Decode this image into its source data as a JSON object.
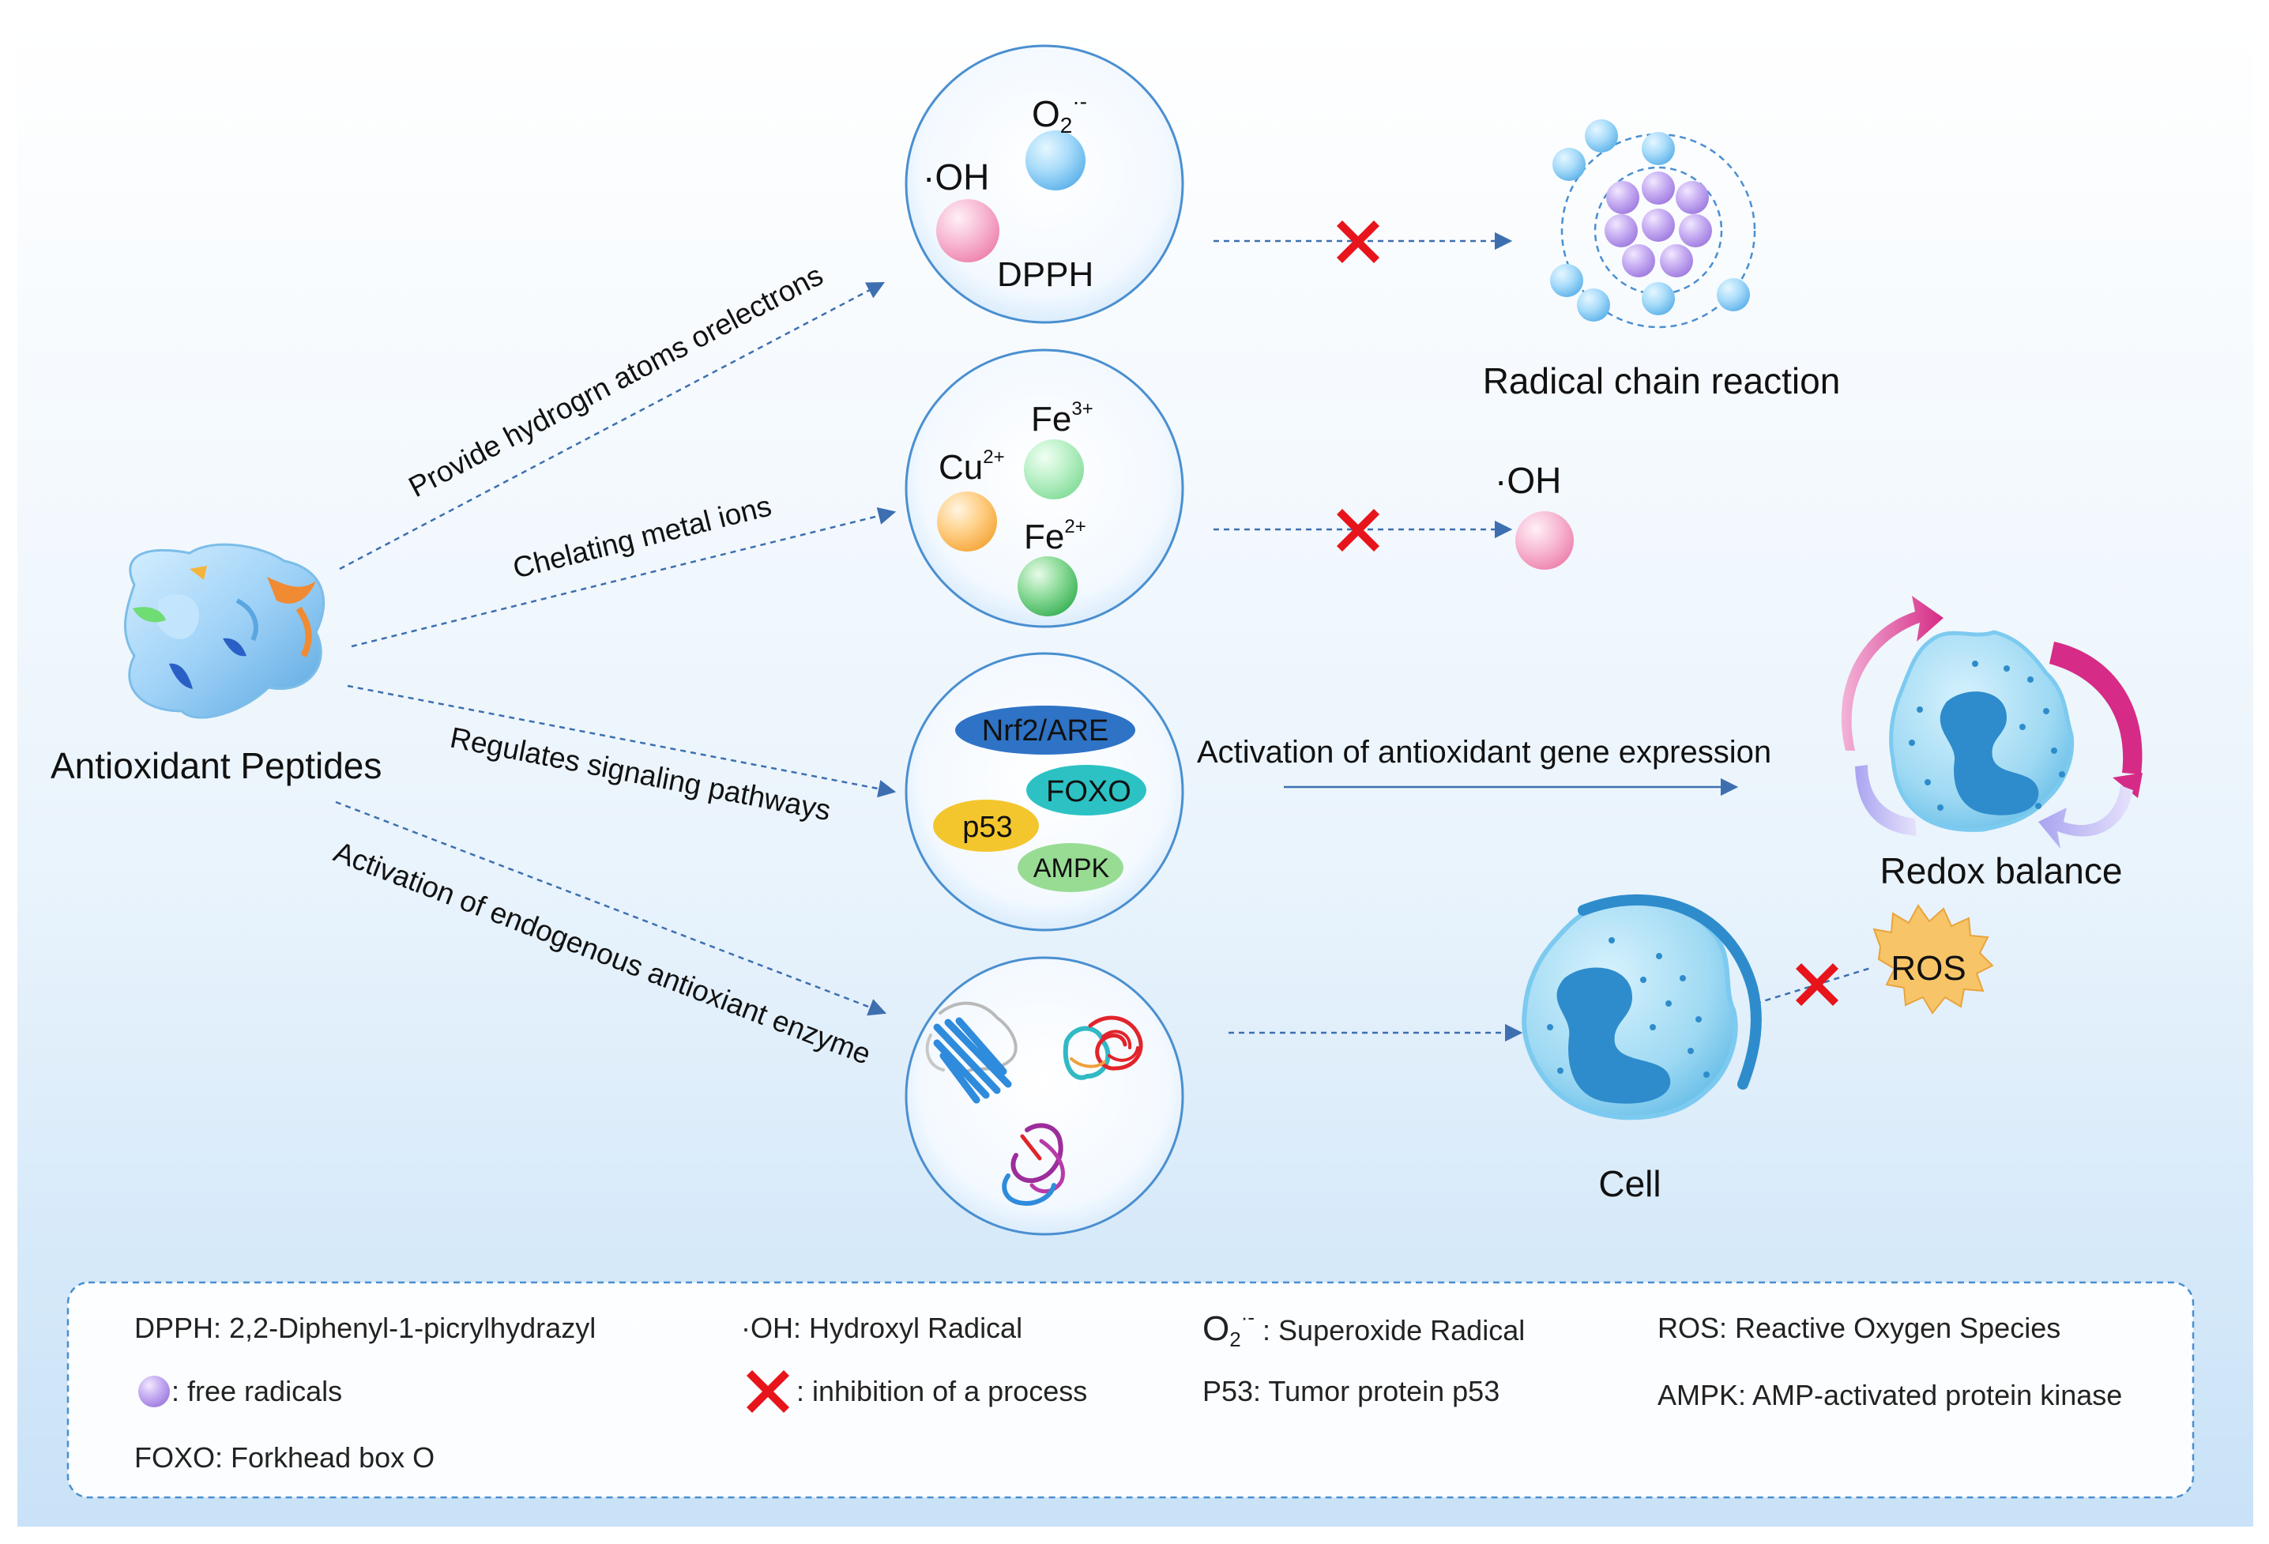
{
  "main_label": "Antioxidant Peptides",
  "pathways": [
    {
      "label": "Provide hydrogrn atoms orelectrons"
    },
    {
      "label": "Chelating metal ions"
    },
    {
      "label": "Regulates signaling pathways"
    },
    {
      "label": "Activation of endogenous antioxiant enzyme"
    }
  ],
  "bubble1": {
    "oh": "·OH",
    "o2": "O",
    "o2_sub": "2",
    "o2_sup": "·-",
    "dpph": "DPPH"
  },
  "bubble2": {
    "cu": "Cu",
    "cu_sup": "2+",
    "fe3": "Fe",
    "fe3_sup": "3+",
    "fe2": "Fe",
    "fe2_sup": "2+"
  },
  "bubble3": {
    "nrf2": "Nrf2/ARE",
    "foxo": "FOXO",
    "p53": "p53",
    "ampk": "AMPK"
  },
  "outcomes": {
    "radical_chain": "Radical chain reaction",
    "oh_radical": "·OH",
    "gene_expression": "Activation of antioxidant gene expression",
    "redox": "Redox balance",
    "cell": "Cell",
    "ros": "ROS"
  },
  "legend": {
    "dpph": "DPPH: 2,2-Diphenyl-1-picrylhydrazyl",
    "oh": "·OH: Hydroxyl Radical",
    "o2_main": "O",
    "o2_sub": "2",
    "o2_sup": "·-",
    "o2_text": " : Superoxide Radical",
    "ros": "ROS: Reactive Oxygen Species",
    "free_radicals": ": free radicals",
    "inhibition": ": inhibition of a process",
    "p53": "P53: Tumor protein p53",
    "ampk": "AMPK: AMP-activated protein kinase",
    "foxo": "FOXO: Forkhead box O"
  },
  "colors": {
    "arrow": "#3d6fb0",
    "inhibit": "#e8141b",
    "free_radical": "#b79ae8",
    "bubble_border": "#4a8fd0"
  }
}
